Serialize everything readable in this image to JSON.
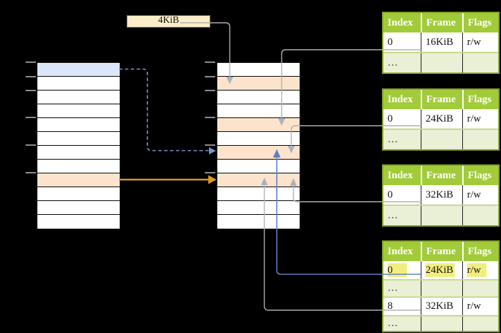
{
  "labels": {
    "frame_size": "4KiB"
  },
  "virtual_memory": {
    "row_count": 12,
    "highlighted_rows": [
      {
        "index": 0,
        "color": "blue"
      },
      {
        "index": 8,
        "color": "orange"
      }
    ]
  },
  "physical_memory": {
    "row_count": 12,
    "highlighted_rows": [
      {
        "index": 1,
        "color": "orange"
      },
      {
        "index": 4,
        "color": "orange"
      },
      {
        "index": 6,
        "color": "orange"
      },
      {
        "index": 8,
        "color": "orange"
      }
    ]
  },
  "page_tables": [
    {
      "headers": [
        "Index",
        "Frame",
        "Flags"
      ],
      "rows": [
        {
          "index": "0",
          "frame": "16KiB",
          "flags": "r/w"
        },
        {
          "index": "…",
          "frame": "",
          "flags": ""
        }
      ]
    },
    {
      "headers": [
        "Index",
        "Frame",
        "Flags"
      ],
      "rows": [
        {
          "index": "0",
          "frame": "24KiB",
          "flags": "r/w"
        },
        {
          "index": "…",
          "frame": "",
          "flags": ""
        }
      ]
    },
    {
      "headers": [
        "Index",
        "Frame",
        "Flags"
      ],
      "rows": [
        {
          "index": "0",
          "frame": "32KiB",
          "flags": "r/w"
        },
        {
          "index": "…",
          "frame": "",
          "flags": ""
        }
      ]
    },
    {
      "headers": [
        "Index",
        "Frame",
        "Flags"
      ],
      "rows": [
        {
          "index": "0",
          "frame": "24KiB",
          "flags": "r/w",
          "highlighted": true
        },
        {
          "index": "…",
          "frame": "",
          "flags": ""
        },
        {
          "index": "8",
          "frame": "32KiB",
          "flags": "r/w"
        },
        {
          "index": "…",
          "frame": "",
          "flags": ""
        }
      ]
    }
  ],
  "colors": {
    "background": "#000000",
    "table_header_green": "#A2CB3A",
    "table_border_green": "#84A22B",
    "table_row_light_green": "#E9F0D5",
    "row_highlight_blue": "#DBE7F6",
    "row_highlight_orange": "#FCE4CC",
    "label_background_cream": "#FBEDC7",
    "cell_text_highlight_yellow": "#F2EE7E",
    "arrow_orange": "#D9991F",
    "arrow_blue": "#5E81BD",
    "arrow_blue_dashed": "#7B96C8",
    "arrow_gray": "#B1B1B1"
  }
}
